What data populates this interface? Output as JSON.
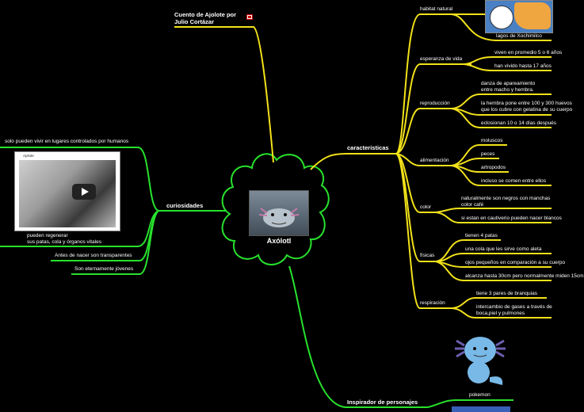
{
  "central": {
    "title": "Axólotl"
  },
  "left": {
    "curiosidades": {
      "title": "curiosidades",
      "items": [
        "solo pueden vivir en lugares controlados por humanos",
        "pueden regenerar",
        "sus patas, cola y órganos vitales",
        "Antes de nacer son transparentes",
        "Son eternamente jóvenes"
      ],
      "video_title": "Ajolote"
    }
  },
  "top": {
    "cuento": {
      "line1": "Cuento de Ajolote por",
      "line2": "Julio Cortázar"
    }
  },
  "right": {
    "caracteristicas": {
      "title": "caracteristicas",
      "habitat": {
        "title": "habitat natural",
        "items": [
          "lagos de Xochimilco"
        ]
      },
      "esperanza": {
        "title": "esperanza de vida",
        "items": [
          "viven en promedio 5 o 6 años",
          "han vivido hasta 17 años"
        ]
      },
      "reproduccion": {
        "title": "reproducción",
        "items": [
          "danza de apareamiento",
          "entre macho y hembra.",
          "la hembra pone entre 100 y 300 huevos",
          "que los cubre con gelatina de su cuerpo",
          "eclosionan 10 o 14 días después"
        ]
      },
      "alimentacion": {
        "title": "alimentación",
        "items": [
          "moluscos",
          "peces",
          "artropodos",
          "incluso se comen entre ellos"
        ]
      },
      "color": {
        "title": "color",
        "items": [
          "naturalmente son negros con manchas",
          "color café",
          "si estan en cautiverio pueden nacer blancos"
        ]
      },
      "fisicas": {
        "title": "físicas",
        "items": [
          "tienen 4 patas",
          "una cola que les sirve como aleta",
          "ojos pequeños en comparación a su cuerpo",
          "alcanza hasta 30cm pero normalmente miden 15cm"
        ]
      },
      "respiracion": {
        "title": "respiración",
        "items": [
          "tiene 3 pares de branquias",
          "intercambio de gases a través de",
          "boca,piel y pulmones"
        ]
      }
    },
    "inspirador": {
      "title": "Inspirador de personajes",
      "items": [
        "pokemon"
      ]
    }
  },
  "colors": {
    "yellow": "#f2e21a",
    "green": "#27e22d",
    "background": "#000000"
  },
  "icons": [
    "flag-icon",
    "play-icon",
    "map-image",
    "wooper-image"
  ]
}
